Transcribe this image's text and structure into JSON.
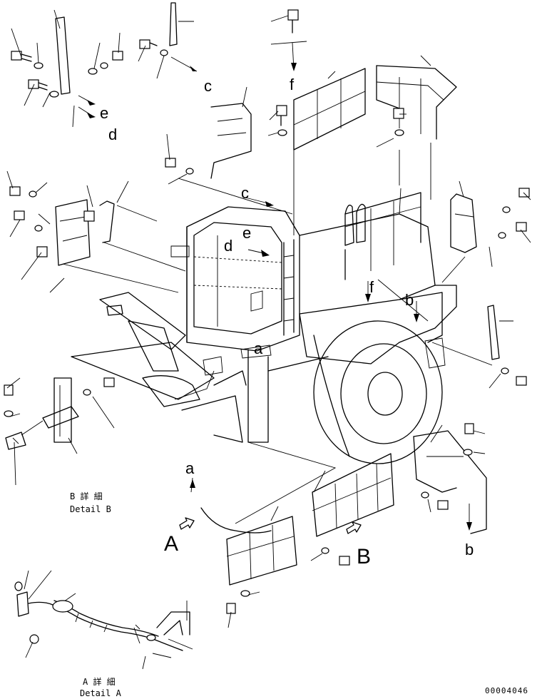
{
  "labels": {
    "a": "a",
    "b": "b",
    "c": "c",
    "d": "d",
    "e": "e",
    "f": "f",
    "A": "A",
    "B": "B"
  },
  "captions": {
    "detail_b_jp": "B 詳 細",
    "detail_b_en": "Detail B",
    "detail_a_jp": "A 詳 細",
    "detail_a_en": "Detail A"
  },
  "drawing_code": "00004046"
}
